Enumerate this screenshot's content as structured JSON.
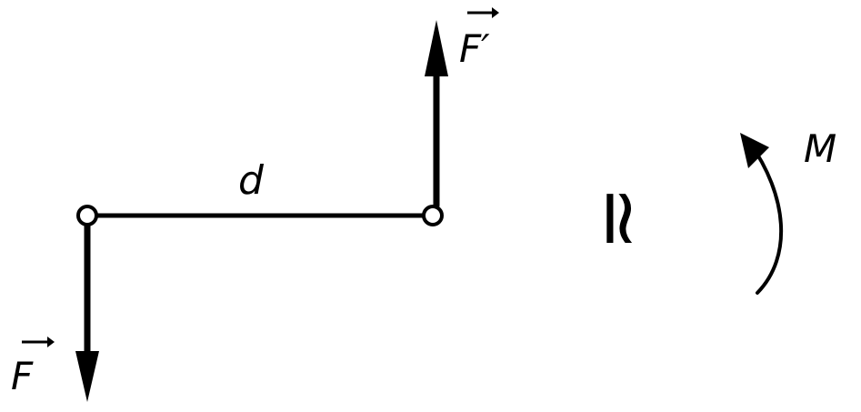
{
  "diagram": {
    "labels": {
      "force_left": "F",
      "force_right": "F′",
      "distance": "d",
      "moment": "M",
      "equivalence": "≃"
    },
    "colors": {
      "ink": "#000000",
      "background": "#ffffff"
    }
  }
}
